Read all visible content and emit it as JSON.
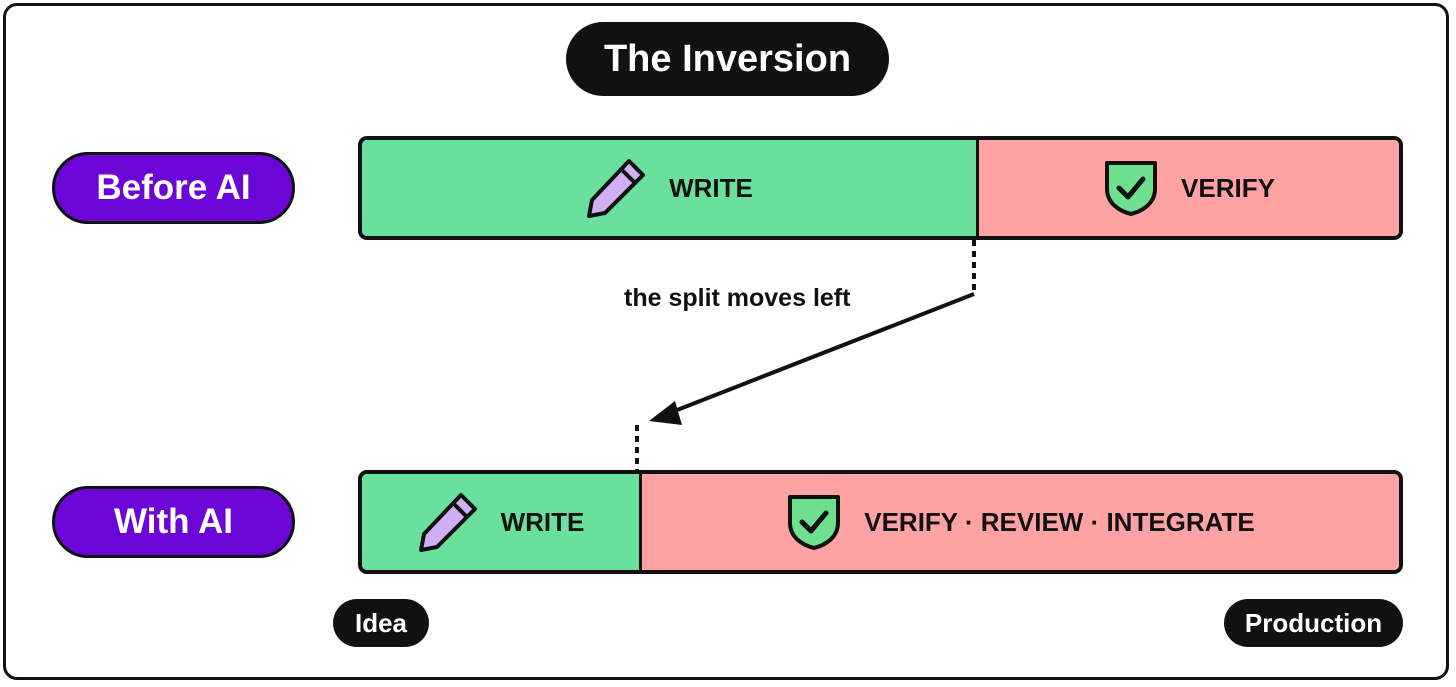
{
  "title": "The Inversion",
  "rows": [
    {
      "label": "Before AI",
      "write_label": "WRITE",
      "verify_label": "VERIFY",
      "write_fraction": 0.59
    },
    {
      "label": "With AI",
      "write_label": "WRITE",
      "verify_label": "VERIFY · REVIEW · INTEGRATE",
      "write_fraction": 0.265
    }
  ],
  "arrow_caption": "the split moves left",
  "axis": {
    "start": "Idea",
    "end": "Production"
  },
  "icons": {
    "write": "pencil-icon",
    "verify": "shield-check-icon"
  },
  "colors": {
    "write": "#69e09d",
    "verify": "#fea2a3",
    "row_pill": "#6b06d6",
    "title_pill": "#111111",
    "pencil": "#cfb0f5",
    "shield": "#6fe08f"
  }
}
